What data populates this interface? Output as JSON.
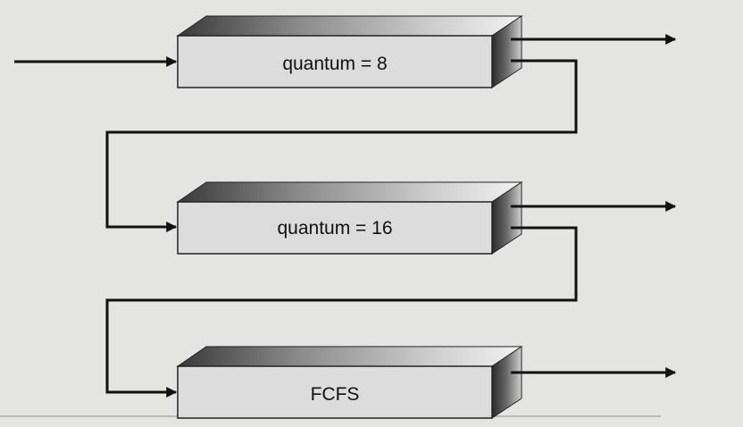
{
  "diagram": {
    "queues": [
      {
        "label": "quantum = 8"
      },
      {
        "label": "quantum = 16"
      },
      {
        "label": "FCFS"
      }
    ]
  },
  "colors": {
    "background": "#e4e4e2",
    "box_face": "#dcdcdc",
    "line": "#111111"
  }
}
